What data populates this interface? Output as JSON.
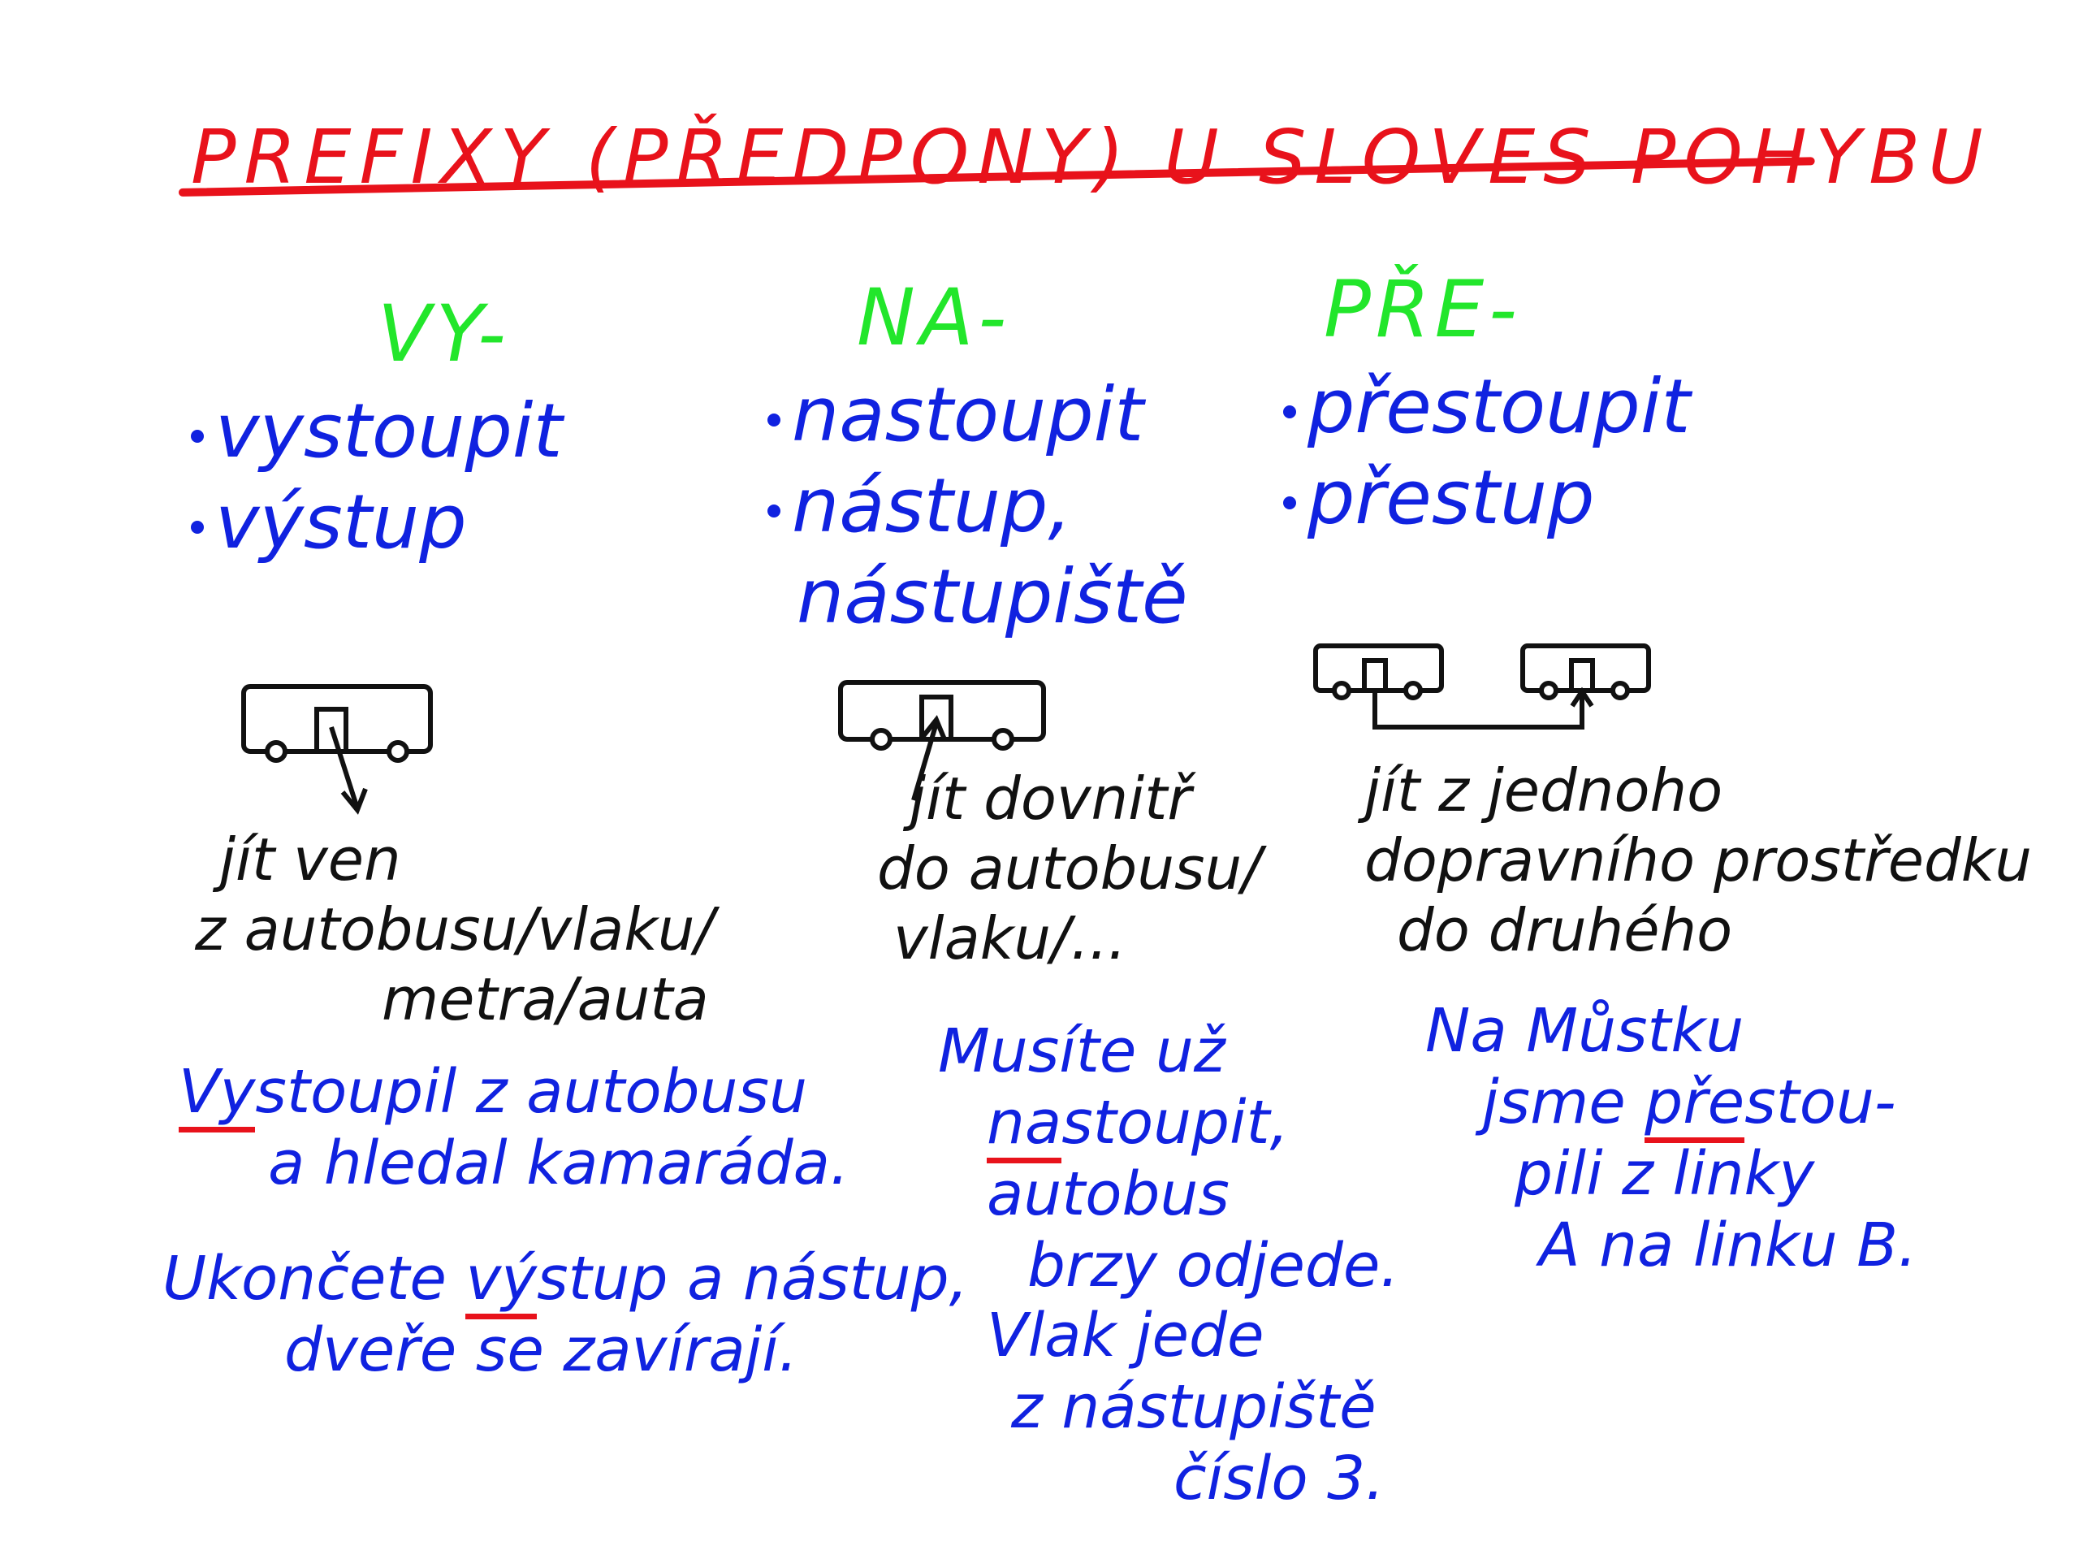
{
  "colors": {
    "title": "#e8121b",
    "prefix": "#22e62b",
    "ink_blue": "#1022e0",
    "ink_black": "#111111",
    "underline": "#e8121b"
  },
  "title": "PREFIXY (PŘEDPONY) U SLOVES POHYBU",
  "columns": [
    {
      "prefix": "VY-",
      "words": [
        "vystoupit",
        "výstup"
      ],
      "explanation": [
        "jít ven",
        "z autobusu/vlaku/",
        "metra/auta"
      ],
      "examples": [
        {
          "lines": [
            {
              "hl": "Vy",
              "rest": "stoupil z autobusu"
            },
            {
              "text": "a hledal kamaráda."
            }
          ]
        },
        {
          "lines": [
            {
              "pre": "Ukončete ",
              "hl": "vý",
              "rest": "stup a nástup,"
            },
            {
              "text": "dveře se zavírají."
            }
          ]
        }
      ]
    },
    {
      "prefix": "NA-",
      "words": [
        "nastoupit",
        "nástup,",
        "nástupiště"
      ],
      "explanation": [
        "jít dovnitř",
        "do autobusu/",
        "vlaku/..."
      ],
      "examples": [
        {
          "lines": [
            {
              "text": "Musíte už"
            },
            {
              "hl": "na",
              "rest": "stoupit,"
            },
            {
              "text": "autobus"
            },
            {
              "text": "brzy odjede."
            }
          ]
        },
        {
          "lines": [
            {
              "text": "Vlak jede"
            },
            {
              "text": "z nástupiště"
            },
            {
              "text": "číslo 3."
            }
          ]
        }
      ]
    },
    {
      "prefix": "PŘE-",
      "words": [
        "přestoupit",
        "přestup"
      ],
      "explanation": [
        "jít z jednoho",
        "dopravního prostředku",
        "do druhého"
      ],
      "examples": [
        {
          "lines": [
            {
              "text": "Na Můstku"
            },
            {
              "pre": "jsme ",
              "hl": "pře",
              "rest": "stou-"
            },
            {
              "text": "pili z linky"
            },
            {
              "text": "A na linku B."
            }
          ]
        }
      ]
    }
  ]
}
